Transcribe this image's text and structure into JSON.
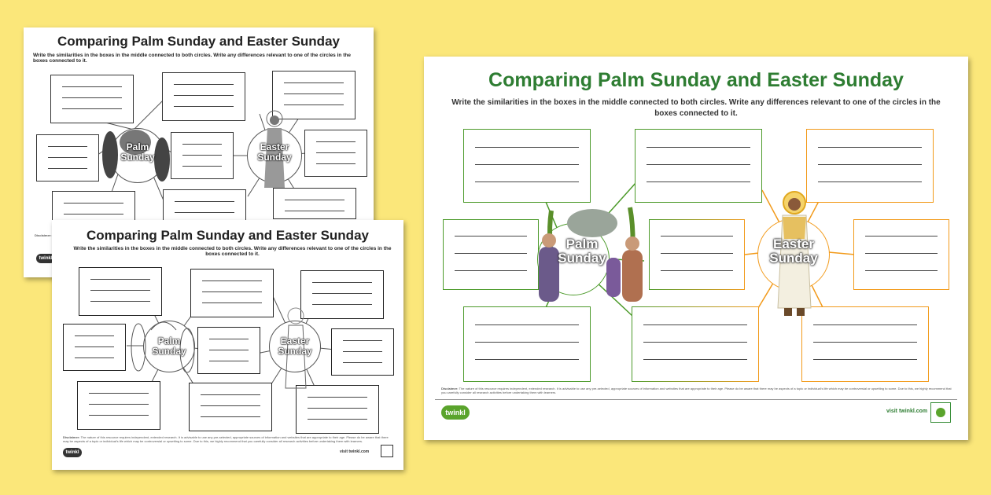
{
  "worksheet": {
    "title": "Comparing Palm Sunday and Easter Sunday",
    "instructions": "Write the similarities in the boxes in the middle connected to both circles. Write any differences relevant to one of the circles in the boxes connected to it.",
    "left_circle": {
      "line1": "Palm",
      "line2": "Sunday"
    },
    "right_circle": {
      "line1": "Easter",
      "line2": "Sunday"
    },
    "disclaimer_label": "Disclaimer:",
    "disclaimer_text": "The nature of this resource requires independent, extended research. It is advisable to use any pre-selected, appropriate sources of information and websites that are appropriate to their age. Please do be aware that there may be aspects of a topic or individual's life which may be controversial or upsetting to some. Due to this, we highly recommend that you carefully consider all research activities before undertaking them with learners.",
    "logo_text": "twinkl",
    "visit_text": "visit twinkl.com"
  },
  "colors": {
    "background": "#fbe77a",
    "title_green": "#2e7d32",
    "box_green": "#4c9a2a",
    "box_orange": "#f29a1a",
    "twinkl_green": "#5aa42c"
  },
  "icons": {
    "palm_figures": "palm-sunday-crowd-icon",
    "jesus_figure": "risen-jesus-icon",
    "badge": "quality-badge-icon"
  }
}
